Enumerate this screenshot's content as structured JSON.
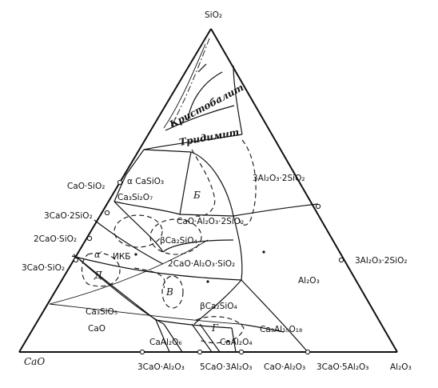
{
  "vertices": {
    "top": "SiO₂",
    "left": "CaO",
    "right": "Al₂O₃"
  },
  "left_edge_labels": [
    "CaO·SiO₂",
    "3CaO·2SiO₂",
    "2CaO·SiO₂",
    "3CaO·SiO₂"
  ],
  "right_edge_labels": [
    "3Al₂O₃·2SiO₂",
    "3Al₂O₃·2SiO₂"
  ],
  "bottom_edge_labels": [
    "3CaO·Al₂O₃",
    "5CaO·3Al₂O₃",
    "CaO·Al₂O₃",
    "3CaO·5Al₂O₃"
  ],
  "fields": {
    "cristobalite": "Кристобалит",
    "tridymite": "Тридимит",
    "alpha_casio3": "α CaSiO₃",
    "ca3si2o7": "Ca₃Si₂O₇",
    "anorthite": "CaO·Al₂O₃·2SiO₂",
    "beta_ca2sio4_upper": "βCa₂SiO₄",
    "gehlenite": "2CaO·Al₂O₃·SiO₂",
    "alpha_prime": "α′",
    "ikb": "ИКБ",
    "corundum": "Al₂O₃",
    "ca3sio5": "Ca₃SiO₅",
    "cao": "CaO",
    "beta_ca2sio4_lower": "βCa₂SiO₄",
    "ca3al10o18": "Ca₃Al₁₀O₁₈",
    "caal2o6": "CaAl₂O₆",
    "caal2o4": "CaAl₂O₄"
  },
  "regions": {
    "b": "Б",
    "d": "Д",
    "v": "В",
    "g": "Г"
  }
}
